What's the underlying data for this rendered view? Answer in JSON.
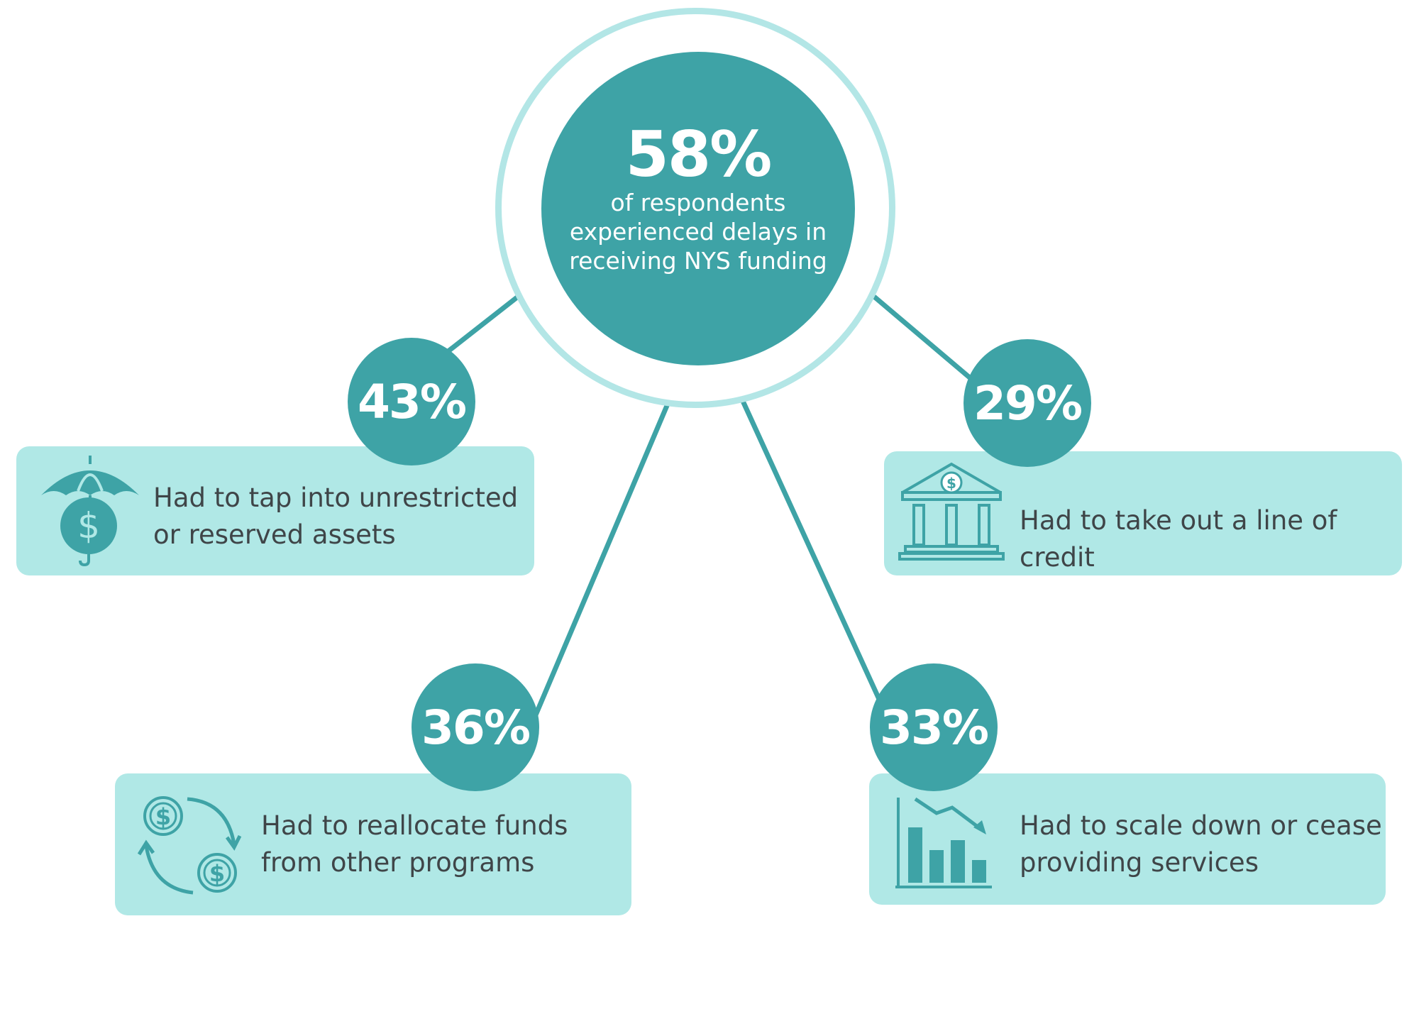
{
  "center": {
    "percent": "58%",
    "description": "of respondents experienced delays in receiving NYS funding"
  },
  "stats": [
    {
      "percent": "43%",
      "label_line1": "Had to tap into unrestricted",
      "label_line2": "or reserved assets",
      "icon": "umbrella-dollar-icon"
    },
    {
      "percent": "29%",
      "label_line1": "Had to take out a line of credit",
      "label_line2": "",
      "icon": "bank-icon"
    },
    {
      "percent": "36%",
      "label_line1": "Had to reallocate funds",
      "label_line2": "from other programs",
      "icon": "cycle-dollars-icon"
    },
    {
      "percent": "33%",
      "label_line1": "Had to scale down or cease",
      "label_line2": "providing services",
      "icon": "declining-chart-icon"
    }
  ],
  "colors": {
    "teal": "#3ea3a6",
    "light_teal": "#b0e8e6",
    "ring": "#b3e6e6",
    "text": "#3f4548"
  }
}
